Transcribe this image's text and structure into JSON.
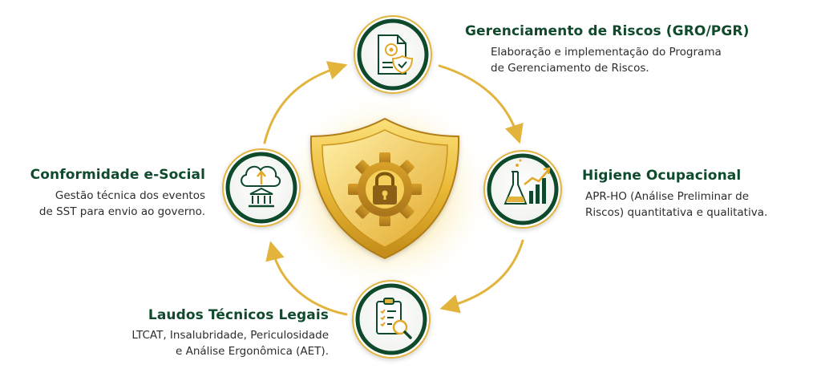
{
  "colors": {
    "dark_green": "#0f4a2c",
    "gold": "#e2b43c",
    "gold_light": "#f7d66a",
    "gold_dark": "#b5851a",
    "text": "#2d2d2d"
  },
  "nodes": {
    "top": {
      "icon": "document-gear-shield-icon",
      "title": "Gerenciamento de Riscos (GRO/PGR)",
      "desc": [
        "Elaboração e implementação do Programa",
        "de Gerenciamento de Riscos."
      ]
    },
    "right": {
      "icon": "flask-chart-icon",
      "title": "Higiene Ocupacional",
      "desc": [
        "APR-HO (Análise Preliminar de",
        "Riscos) quantitativa e qualitativa."
      ]
    },
    "bottom": {
      "icon": "clipboard-magnifier-icon",
      "title": "Laudos Técnicos Legais",
      "desc": [
        "LTCAT, Insalubridade, Periculosidade",
        "e Análise Ergonômica (AET)."
      ]
    },
    "left": {
      "icon": "cloud-bank-icon",
      "title": "Conformidade e-Social",
      "desc": [
        "Gestão técnica dos eventos",
        "de SST para envio ao governo."
      ]
    }
  },
  "center": {
    "icon": "shield-gear-lock-icon"
  }
}
